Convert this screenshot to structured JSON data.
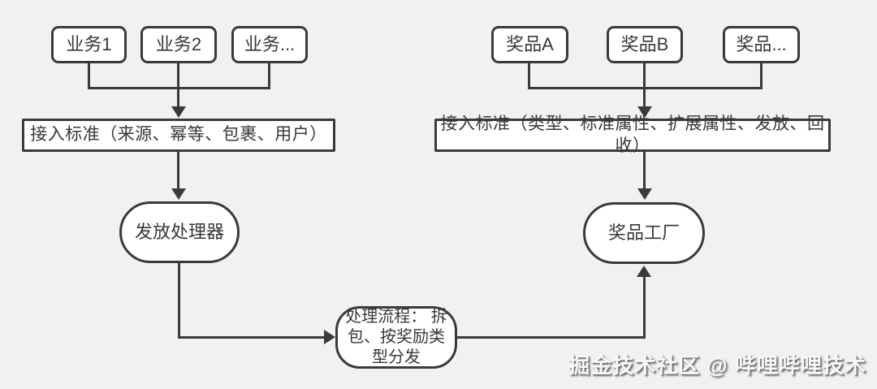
{
  "colors": {
    "background": "#f1f1f1",
    "node_fill": "#ffffff",
    "stroke": "#3a3a3a",
    "text": "#383838",
    "watermark_text": "#f8f8f8"
  },
  "left_flow": {
    "sources": [
      "业务1",
      "业务2",
      "业务..."
    ],
    "standard": "接入标准（来源、幂等、包裹、用户）",
    "processor": "发放处理器"
  },
  "right_flow": {
    "sources": [
      "奖品A",
      "奖品B",
      "奖品..."
    ],
    "standard": "接入标准（类型、标准属性、扩展属性、发放、回收）",
    "factory": "奖品工厂"
  },
  "process_node": "处理流程： 拆包、按奖励类型分发",
  "watermark": "掘金技术社区 @ 哔哩哔哩技术"
}
